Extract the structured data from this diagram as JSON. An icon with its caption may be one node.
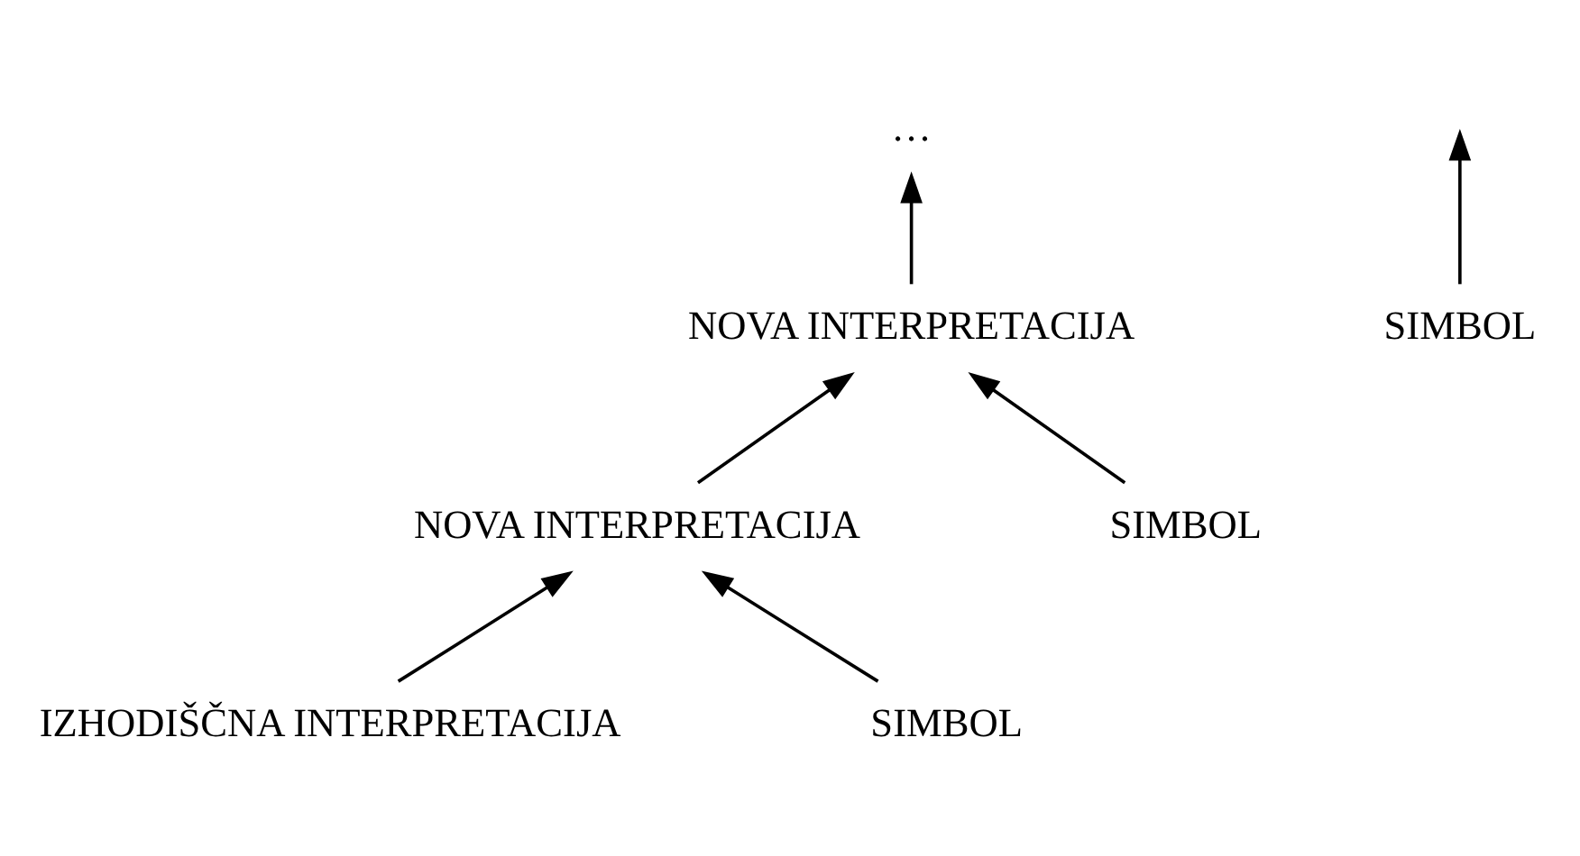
{
  "diagram": {
    "nodes": [
      {
        "text": [
          "…"
        ]
      },
      {
        "text": [
          "NOVA INTERPRETACIJA"
        ]
      },
      {
        "text": [
          "SIMBOL"
        ]
      },
      {
        "text": [
          "NOVA INTERPRETACIJA"
        ]
      },
      {
        "text": [
          "SIMBOL"
        ]
      },
      {
        "text": [
          "IZHODIŠČNA INTERPRETACIJA"
        ]
      },
      {
        "text": [
          "SIMBOL"
        ]
      }
    ],
    "edges": [
      {
        "from": 5,
        "to": 3,
        "arrow": "to"
      },
      {
        "from": 6,
        "to": 3,
        "arrow": "to"
      },
      {
        "from": 3,
        "to": 1,
        "arrow": "to"
      },
      {
        "from": 4,
        "to": 1,
        "arrow": "to"
      },
      {
        "from": 1,
        "to": 0,
        "arrow": "to"
      },
      {
        "from": 2,
        "to": null,
        "arrow": "to"
      }
    ]
  }
}
